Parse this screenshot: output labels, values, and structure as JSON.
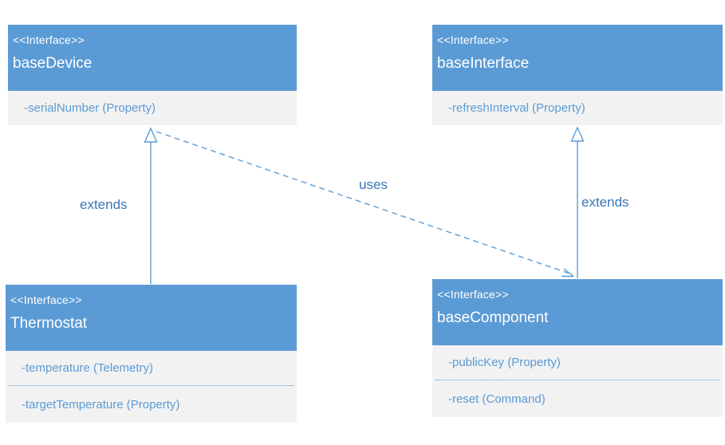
{
  "diagram": {
    "type": "uml-interface-diagram",
    "colors": {
      "node_header_bg": "#5B9BD5",
      "node_header_text": "#FFFFFF",
      "node_body_bg": "#F2F2F2",
      "member_text": "#5B9BD5",
      "edge_line": "#5B9BD5",
      "edge_label_text": "#3A76B8",
      "canvas_bg": "#FFFFFF"
    },
    "nodes": [
      {
        "id": "baseDevice",
        "stereotype": "<<Interface>>",
        "title": "baseDevice",
        "members": [
          "-serialNumber (Property)"
        ]
      },
      {
        "id": "baseInterface",
        "stereotype": "<<Interface>>",
        "title": "baseInterface",
        "members": [
          "-refreshInterval (Property)"
        ]
      },
      {
        "id": "Thermostat",
        "stereotype": "<<Interface>>",
        "title": "Thermostat",
        "members": [
          "-temperature (Telemetry)",
          "-targetTemperature (Property)"
        ]
      },
      {
        "id": "baseComponent",
        "stereotype": "<<Interface>>",
        "title": "baseComponent",
        "members": [
          "-publicKey (Property)",
          "-reset (Command)"
        ]
      }
    ],
    "edges": [
      {
        "from": "Thermostat",
        "to": "baseDevice",
        "label": "extends",
        "line_style": "solid",
        "arrowhead": "hollow-triangle"
      },
      {
        "from": "baseComponent",
        "to": "baseInterface",
        "label": "extends",
        "line_style": "solid",
        "arrowhead": "hollow-triangle"
      },
      {
        "from": "baseDevice",
        "to": "baseComponent",
        "label": "uses",
        "line_style": "dashed",
        "arrowhead": "open"
      }
    ]
  }
}
